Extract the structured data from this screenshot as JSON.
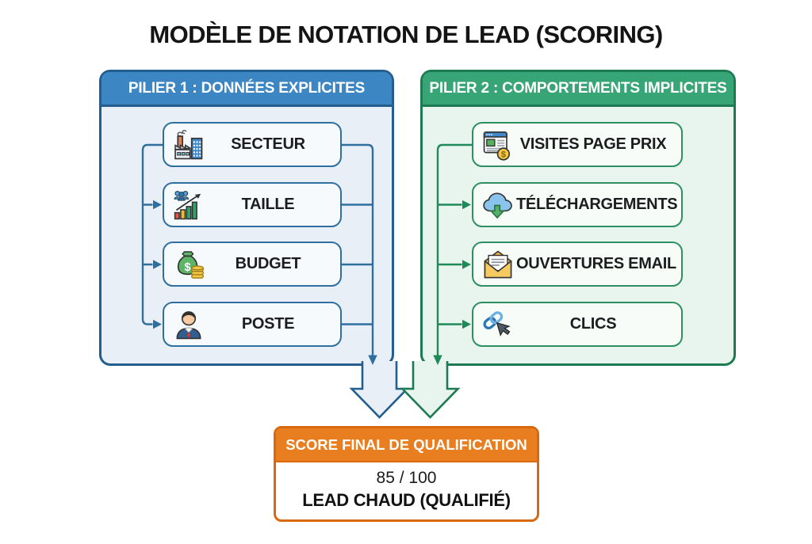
{
  "title": "MODÈLE DE NOTATION DE LEAD (SCORING)",
  "pillar1": {
    "header": "PILIER 1 : DONNÉES EXPLICITES",
    "items": [
      {
        "label": "SECTEUR",
        "icon": "factory-icon"
      },
      {
        "label": "TAILLE",
        "icon": "growth-chart-icon"
      },
      {
        "label": "BUDGET",
        "icon": "money-bag-icon"
      },
      {
        "label": "POSTE",
        "icon": "businessperson-icon"
      }
    ]
  },
  "pillar2": {
    "header": "PILIER 2 : COMPORTEMENTS IMPLICITES",
    "items": [
      {
        "label": "VISITES PAGE PRIX",
        "icon": "pricing-page-icon"
      },
      {
        "label": "TÉLÉCHARGEMENTS",
        "icon": "cloud-download-icon"
      },
      {
        "label": "OUVERTURES EMAIL",
        "icon": "open-email-icon"
      },
      {
        "label": "CLICS",
        "icon": "link-cursor-icon"
      }
    ]
  },
  "score": {
    "header": "SCORE FINAL DE QUALIFICATION",
    "value": "85 / 100",
    "status": "LEAD CHAUD (QUALIFIÉ)"
  },
  "colors": {
    "p1-header-bg": "#3d86c4",
    "p1-border": "#235e90",
    "p1-panel-bg": "#e9eff6",
    "p1-item-border": "#2f6f9f",
    "p2-header-bg": "#38a577",
    "p2-border": "#1d7a52",
    "p2-panel-bg": "#e8f5ee",
    "p2-item-border": "#2e8f62",
    "score-header-bg": "#e87e20",
    "score-border": "#d9690f"
  }
}
